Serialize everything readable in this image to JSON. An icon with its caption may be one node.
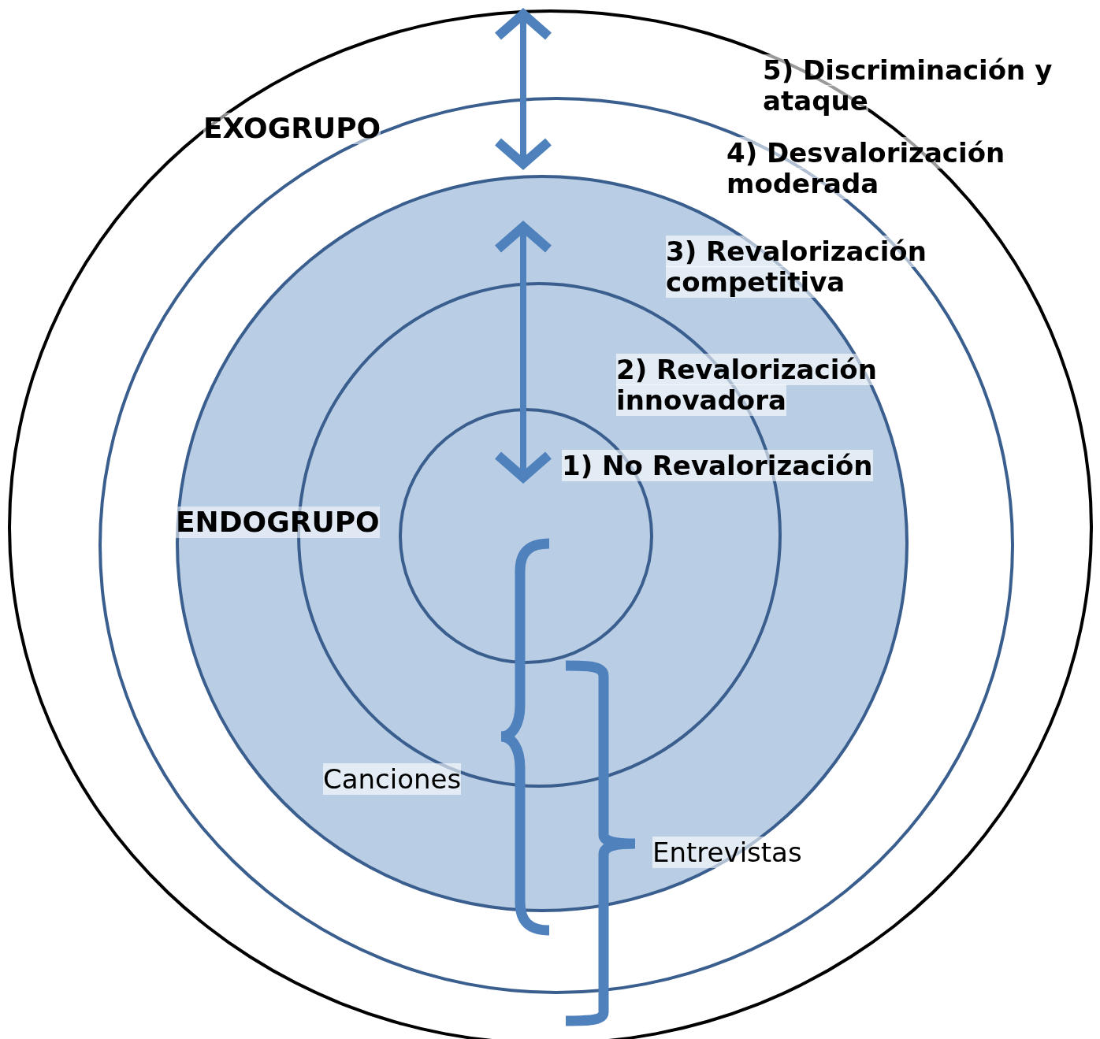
{
  "diagram": {
    "nodes": [
      {
        "text": [],
        "shape": "circle"
      },
      {
        "text": [
          "EXOGRUPO"
        ],
        "in": 0
      },
      {
        "text": [
          "ENDOGRUPO"
        ],
        "in": 1
      },
      {
        "text": [],
        "shape": "circle",
        "in": 2
      },
      {
        "text": [],
        "shape": "circle",
        "in": 3
      }
    ],
    "edges": [
      {
        "from": 0,
        "to": 1,
        "arrow": "both"
      },
      {
        "from": 2,
        "to": 4,
        "arrow": "both"
      }
    ],
    "labels": [
      "5) Discriminación y ataque",
      "4) Desvalorización moderada",
      "3) Revalorización competitiva",
      "2) Revalorización innovadora",
      "1) No Revalorización",
      "Canciones",
      "Entrevistas"
    ]
  }
}
